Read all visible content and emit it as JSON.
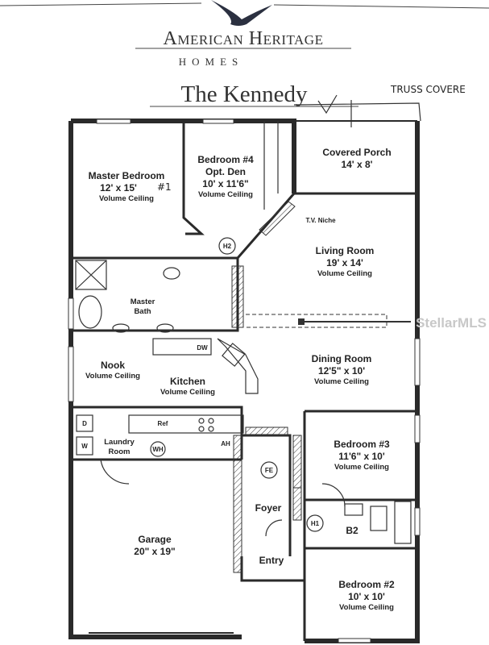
{
  "header": {
    "brand": "American Heritage",
    "brand_sub": "Homes",
    "plan_title": "The Kennedy"
  },
  "annotations": {
    "truss_note": "TRUSS COVERE",
    "master_note": "#1"
  },
  "rooms": {
    "master_bedroom": {
      "name": "Master Bedroom",
      "size": "12' x 15'",
      "ceiling": "Volume Ceiling"
    },
    "bedroom4": {
      "name": "Bedroom #4",
      "alt": "Opt. Den",
      "size": "10' x 11'6\"",
      "ceiling": "Volume Ceiling"
    },
    "covered_porch": {
      "name": "Covered Porch",
      "size": "14' x 8'"
    },
    "living_room": {
      "name": "Living Room",
      "size": "19' x 14'",
      "ceiling": "Volume Ceiling"
    },
    "master_bath": {
      "name": "Master",
      "name2": "Bath"
    },
    "nook": {
      "name": "Nook",
      "ceiling": "Volume Ceiling"
    },
    "kitchen": {
      "name": "Kitchen",
      "ceiling": "Volume Ceiling"
    },
    "dining_room": {
      "name": "Dining Room",
      "size": "12'5\" x 10'",
      "ceiling": "Volume Ceiling"
    },
    "laundry": {
      "name": "Laundry",
      "name2": "Room"
    },
    "garage": {
      "name": "Garage",
      "size": "20\" x 19\""
    },
    "bedroom3": {
      "name": "Bedroom #3",
      "size": "11'6\" x 10'",
      "ceiling": "Volume Ceiling"
    },
    "foyer": {
      "name": "Foyer"
    },
    "entry": {
      "name": "Entry"
    },
    "bath2": {
      "name": "B2"
    },
    "bedroom2": {
      "name": "Bedroom #2",
      "size": "10' x 10'",
      "ceiling": "Volume Ceiling"
    }
  },
  "fixtures": {
    "tv_niche": "T.V. Niche",
    "h2": "H2",
    "h1": "H1",
    "dw": "DW",
    "ref": "Ref",
    "dryer": "D",
    "washer": "W",
    "water_heater": "WH",
    "air_handler": "AH",
    "fire_ext": "FE"
  },
  "watermark": "StellarMLS"
}
